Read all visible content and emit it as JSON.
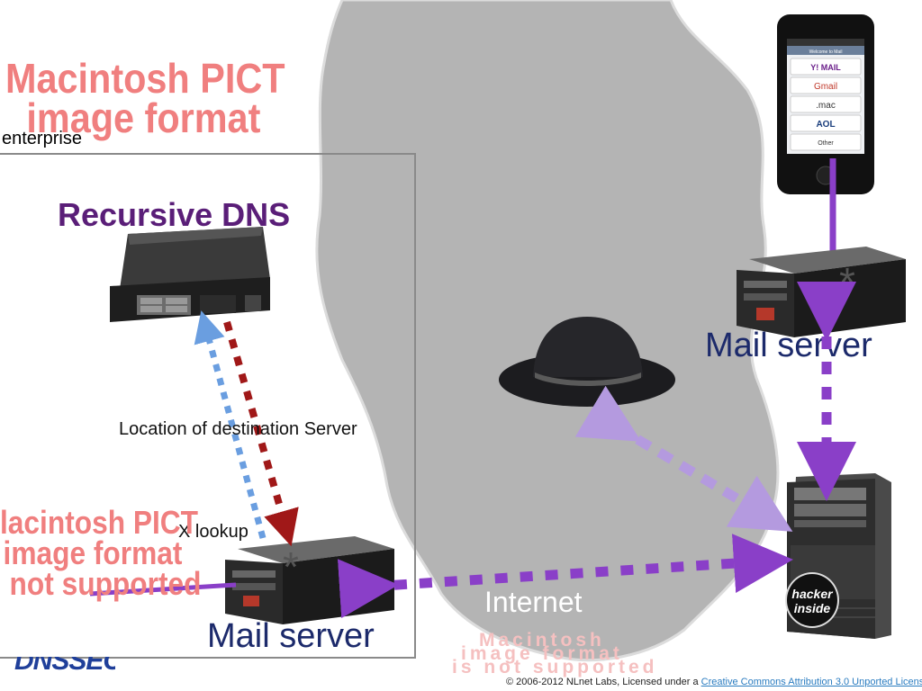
{
  "title_placeholder": {
    "line1": "Macintosh PICT",
    "line2": "image format"
  },
  "enterprise_label": "enterprise",
  "recursive_dns_label": "Recursive DNS",
  "mail_server_top_label": "Mail server",
  "mail_server_bottom_label": "Mail server",
  "location_label": "Location of destination Server",
  "mx_lookup_label": "X lookup",
  "internet_label": "Internet",
  "pict_left": {
    "line1": "lacintosh PICT",
    "line2": "image format",
    "line3": "not supported"
  },
  "pict_bottom": {
    "line1": "Macintosh",
    "line2": "image format",
    "line3": "is not supported"
  },
  "dnssec_logo": "DNSSEC",
  "footer": {
    "text": "© 2006-2012 NLnet Labs, Licensed under a ",
    "link": "Creative Commons Attribution 3.0 Unported Licens"
  },
  "phone": {
    "header": "Welcome to Mail",
    "options": [
      "Y! MAIL",
      "Gmail",
      ".mac",
      "AOL",
      "Other"
    ]
  },
  "pc_badge": {
    "line1": "hacker",
    "line2": "inside"
  },
  "colors": {
    "dns_title": "#5a1e78",
    "mail_label": "#1c2a6b",
    "pict": "#f07f7f",
    "purple_arrow": "#8a3fc8",
    "red_dots": "#a01818",
    "blue_dots": "#6a9ee0",
    "cloud": "#b4b4b4"
  }
}
